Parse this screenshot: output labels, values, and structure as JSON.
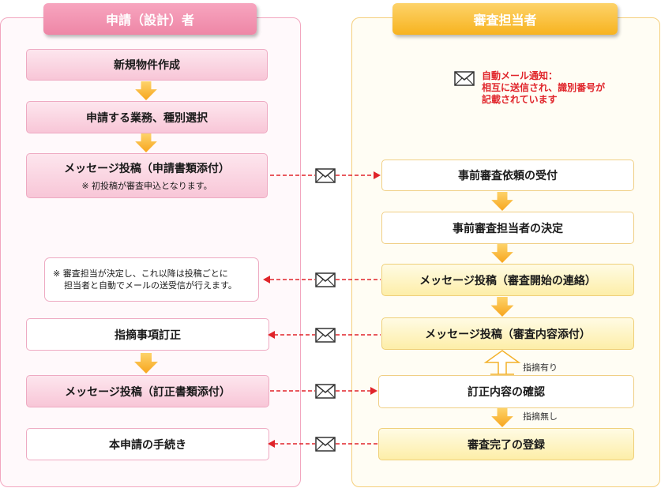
{
  "lanes": {
    "applicant": "申請（設計）者",
    "reviewer": "審査担当者"
  },
  "applicant_steps": {
    "new_property": "新規物件作成",
    "select_type": "申請する業務、種別選択",
    "post_application": "メッセージ投稿（申請書類添付）",
    "post_application_note": "※ 初投稿が審査申込となります。",
    "fix_points": "指摘事項訂正",
    "post_correction": "メッセージ投稿（訂正書類添付）",
    "final_application": "本申請の手続き"
  },
  "reviewer_steps": {
    "accept_request": "事前審査依頼の受付",
    "assign_reviewer": "事前審査担当者の決定",
    "post_start": "メッセージ投稿（審査開始の連絡）",
    "post_review": "メッセージ投稿（審査内容添付）",
    "check_correction": "訂正内容の確認",
    "register_complete": "審査完了の登録"
  },
  "notes": {
    "auto_mail": [
      "自動メール通知：",
      "相互に送信され、識別番号が",
      "記載されています"
    ],
    "after_assign": [
      "※ 審査担当が決定し、これ以降は投稿ごとに",
      "担当者と自動でメールの送受信が行えます。"
    ]
  },
  "branch_labels": {
    "has_points": "指摘有り",
    "no_points": "指摘無し"
  },
  "colors": {
    "applicant_accent": "#ee86a6",
    "reviewer_accent": "#f7b31f",
    "mail_arrow": "#e0242a",
    "flow_arrow": "#fbb829"
  }
}
